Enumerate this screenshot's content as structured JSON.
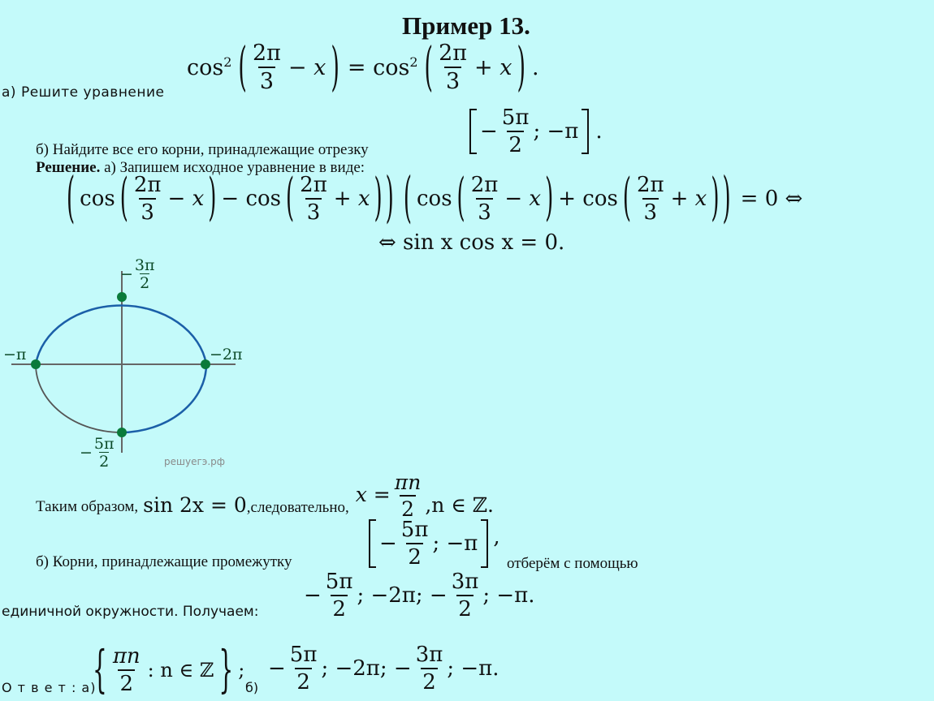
{
  "title": "Пример 13.",
  "part_a": {
    "label": "а)  Решите уравнение",
    "eq": {
      "cos2": "cos",
      "sup2": "2",
      "two_pi": "2π",
      "three": "3",
      "minus_x": "− x",
      "eq_cos2": "= cos",
      "plus_x": "+ x",
      "dot": "."
    }
  },
  "part_b": {
    "label": "б)  Найдите все его корни, принадлежащие отрезку",
    "interval_minus": "−",
    "five_pi": "5π",
    "two": "2",
    "sep": "; −π",
    "dot": "."
  },
  "solution": {
    "head_bold": "Решение.",
    "head_rest": " а)  Запишем исходное уравнение в виде:",
    "cos": "cos",
    "minus_x": "− x",
    "plus_x": "+ x",
    "minus_cos": "− cos",
    "plus_cos": "+ cos",
    "eq_zero": "= 0 ⇔",
    "line2": "⇔ sin x cos x = 0."
  },
  "circle": {
    "label_top_num": "3π",
    "label_top_den": "2",
    "label_top_sign": "−",
    "label_left": "−π",
    "label_right": "−2π",
    "label_bottom_num": "5π",
    "label_bottom_den": "2",
    "label_bottom_sign": "−",
    "watermark": "решуегэ.рф",
    "colors": {
      "arc_upper": "#1b5fa8",
      "arc_lower": "#555555",
      "axes": "#666666",
      "dots": "#0a7a3a"
    }
  },
  "conclusion": {
    "text1": "Таким образом,",
    "eq1": "sin 2x = 0",
    "text2": ",следовательно,",
    "x_eq": "x =",
    "pi_n": "πn",
    "two": "2",
    "n_in_z": ",n ∈ ℤ."
  },
  "roots": {
    "text1": "б)  Корни, принадлежащие промежутку",
    "interval_minus": "−",
    "five_pi": "5π",
    "two": "2",
    "sep": "; −π",
    "comma": ",",
    "text2": "отберём с помощью",
    "text3": "единичной окружности. Получаем:",
    "list_minus1": "−",
    "list_five_pi": "5π",
    "list_two1": "2",
    "list_mid": "; −2π; −",
    "list_three_pi": "3π",
    "list_two2": "2",
    "list_end": "; −π."
  },
  "answer": {
    "label": "О т в е т :  а)",
    "set_pi_n": "πn",
    "set_two": "2",
    "set_rest": ": n ∈ ℤ",
    "semicolon": ";",
    "b_label": "б)",
    "minus1": "−",
    "five_pi": "5π",
    "two1": "2",
    "mid": "; −2π; −",
    "three_pi": "3π",
    "two2": "2",
    "end": "; −π."
  }
}
